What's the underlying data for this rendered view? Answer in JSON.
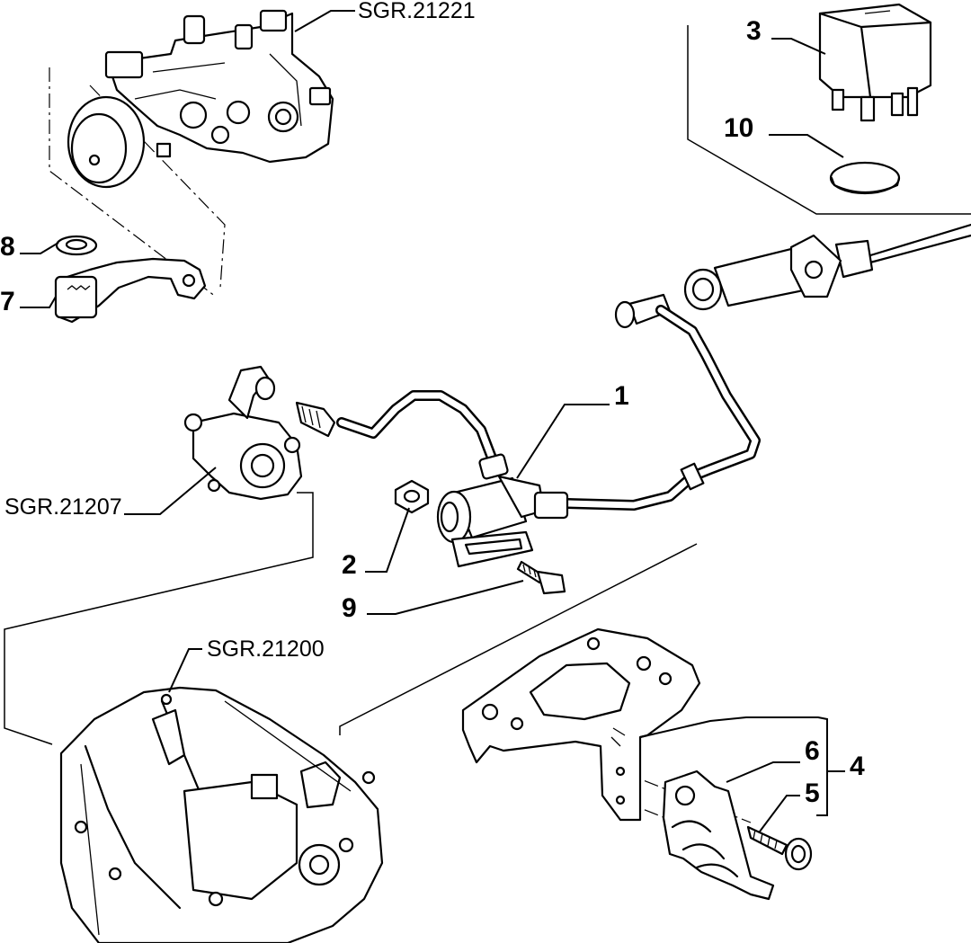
{
  "labels": {
    "p1": "1",
    "p2": "2",
    "p3": "3",
    "p4": "4",
    "p5": "5",
    "p6": "6",
    "p7": "7",
    "p8": "8",
    "p9": "9",
    "p10": "10"
  },
  "references": {
    "throttle_body": "SGR.21221",
    "pump": "SGR.21207",
    "gearbox": "SGR.21200"
  }
}
